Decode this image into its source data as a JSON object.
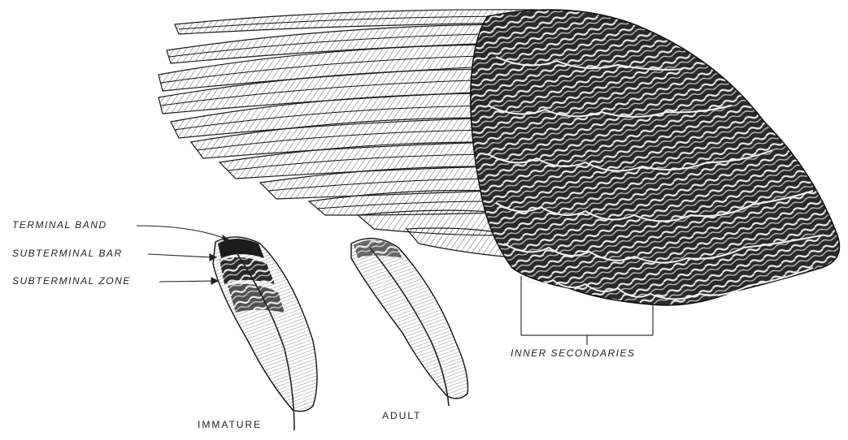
{
  "labels": {
    "terminal_band": "TERMINAL BAND",
    "subterminal_bar": "SUBTERMINAL BAR",
    "subterminal_zone": "SUBTERMINAL ZONE",
    "inner_secondaries": "INNER SECONDARIES",
    "immature": "IMMATURE",
    "adult": "ADULT"
  },
  "colors": {
    "ink": "#222222",
    "paper": "#ffffff"
  }
}
